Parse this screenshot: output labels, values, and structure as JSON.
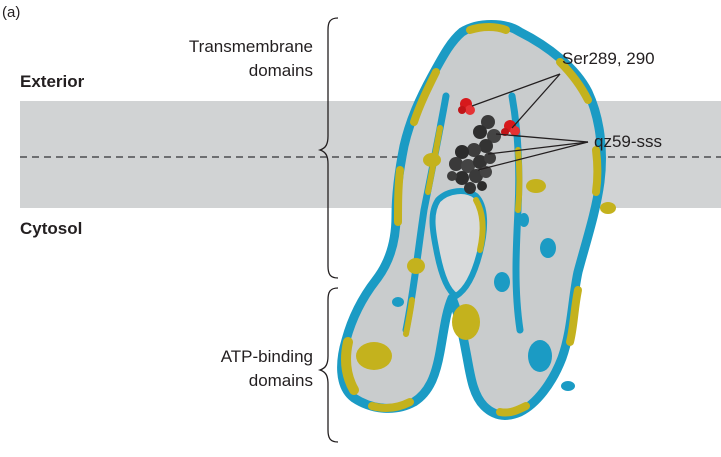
{
  "figure": {
    "panel_label": "(a)",
    "regions": {
      "exterior": "Exterior",
      "cytosol": "Cytosol"
    },
    "domains": {
      "transmembrane_line1": "Transmembrane",
      "transmembrane_line2": "domains",
      "atp_binding_line1": "ATP-binding",
      "atp_binding_line2": "domains"
    },
    "callouts": {
      "serine": "Ser289, 290",
      "ligand": "qz59-sss"
    },
    "colors": {
      "membrane": "#d1d3d4",
      "membrane_midline": "#6d6e71",
      "protein_interior": "#c9cccd",
      "surface_cyan": "#1b9bc4",
      "surface_yellow": "#c4b21d",
      "serine_atoms": "#d7191c",
      "ligand_atoms": "#3a3a3a",
      "text": "#231f20"
    }
  }
}
